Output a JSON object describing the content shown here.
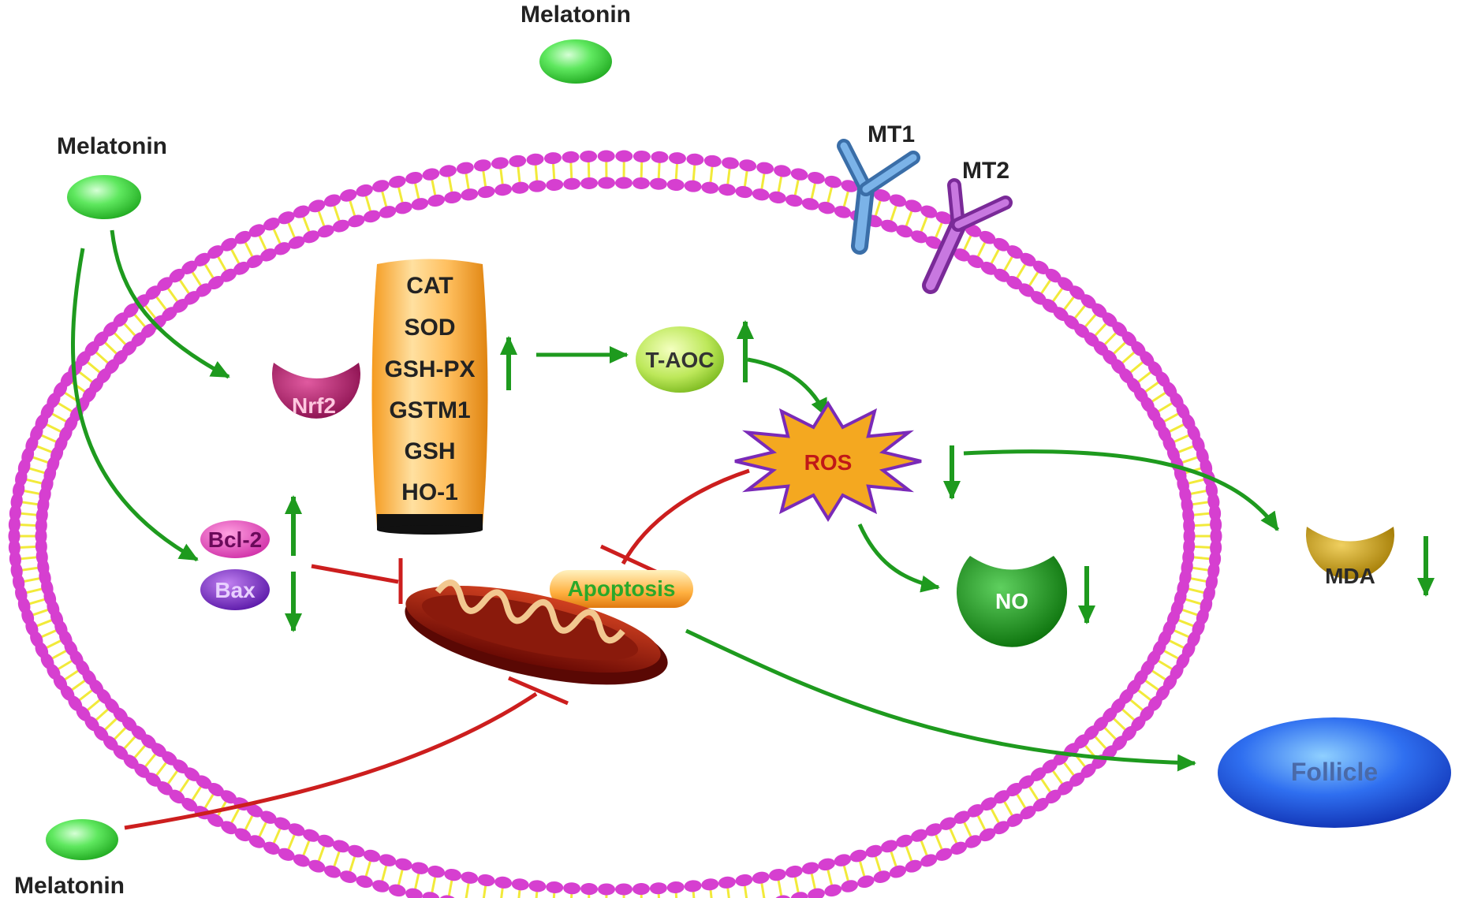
{
  "labels": {
    "melatonin_top": "Melatonin",
    "melatonin_left": "Melatonin",
    "melatonin_bottom": "Melatonin",
    "mt1": "MT1",
    "mt2": "MT2",
    "nrf2": "Nrf2",
    "bcl2": "Bcl-2",
    "bax": "Bax",
    "taoc": "T-AOC",
    "ros": "ROS",
    "apoptosis": "Apoptosis",
    "no": "NO",
    "mda": "MDA",
    "follicle": "Follicle"
  },
  "enzymes": [
    "CAT",
    "SOD",
    "GSH-PX",
    "GSTM1",
    "GSH",
    "HO-1"
  ],
  "colors": {
    "activation_arrow": "#1e9a1e",
    "inhibition_line": "#cc1e1e",
    "membrane_head": "#d63fd0",
    "membrane_tail": "#f2ea3a",
    "melatonin": "#4fe04f",
    "follicle": "#1f4fe0",
    "mt1": "#5b9bd5",
    "mt2": "#b04bc8"
  }
}
